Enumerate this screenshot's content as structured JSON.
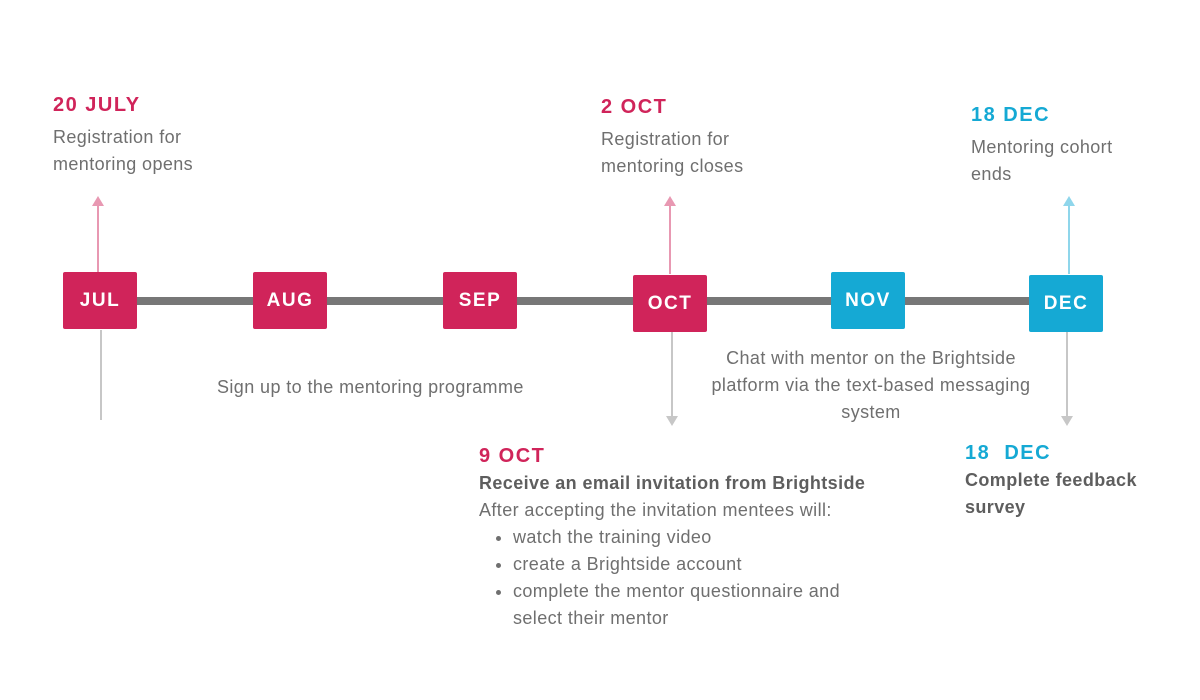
{
  "colors": {
    "pink": "#d0245a",
    "cyan": "#15a9d4",
    "line": "#777777",
    "grey_arrow": "#c7c7c7",
    "pink_arrow": "#e898b2",
    "cyan_arrow": "#8fd6eb"
  },
  "months": [
    {
      "label": "JUL",
      "color": "#d0245a"
    },
    {
      "label": "AUG",
      "color": "#d0245a"
    },
    {
      "label": "SEP",
      "color": "#d0245a"
    },
    {
      "label": "OCT",
      "color": "#d0245a"
    },
    {
      "label": "NOV",
      "color": "#15a9d4"
    },
    {
      "label": "DEC",
      "color": "#15a9d4"
    }
  ],
  "events": {
    "jul20": {
      "date": "20 JULY",
      "text": "Registration for mentoring opens"
    },
    "oct2": {
      "date": "2 OCT",
      "text": "Registration for mentoring closes"
    },
    "dec18_top": {
      "date": "18 DEC",
      "text": "Mentoring cohort ends"
    },
    "signup": {
      "text": "Sign up to the mentoring programme"
    },
    "chat": {
      "text": "Chat with mentor on the Brightside platform via the text-based messaging system"
    },
    "oct9": {
      "date": "9 OCT",
      "heading": "Receive an email invitation from Brightside",
      "intro": "After accepting the invitation mentees will:",
      "bullets": [
        "watch the training video",
        "create a Brightside account",
        "complete the mentor questionnaire and select their mentor"
      ]
    },
    "dec18_bottom": {
      "date": "18  DEC",
      "heading": "Complete feedback survey"
    }
  }
}
